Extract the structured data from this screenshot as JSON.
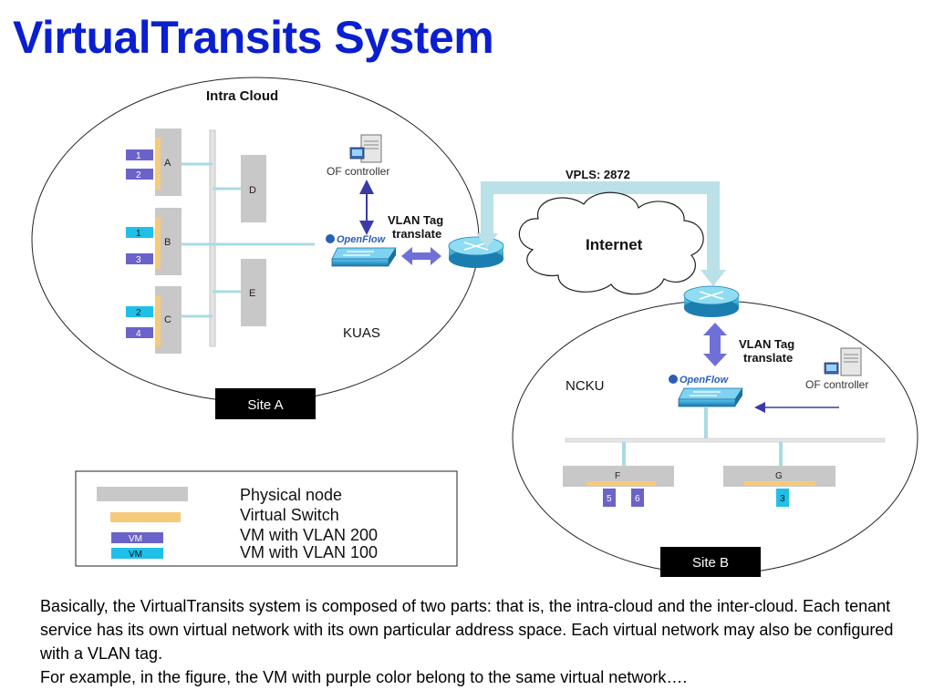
{
  "title": "VirtualTransits System",
  "colors": {
    "title": "#0a1fd0",
    "physical_node": "#c8c8c8",
    "virtual_switch": "#f7c97a",
    "vm_vlan200": "#6b63c9",
    "vm_vlan100": "#1ec0e8",
    "link": "#a9dbe3",
    "arrow": "#6f6fd8",
    "site_label_bg": "#000000"
  },
  "intra_cloud": {
    "label": "Intra Cloud",
    "site_name": "KUAS",
    "site_label": "Site A",
    "nodes": [
      {
        "name": "A",
        "vms": [
          {
            "id": "1",
            "vlan": "200"
          },
          {
            "id": "2",
            "vlan": "200"
          }
        ]
      },
      {
        "name": "B",
        "vms": [
          {
            "id": "1",
            "vlan": "100"
          },
          {
            "id": "3",
            "vlan": "200"
          }
        ]
      },
      {
        "name": "C",
        "vms": [
          {
            "id": "2",
            "vlan": "100"
          },
          {
            "id": "4",
            "vlan": "200"
          }
        ]
      },
      {
        "name": "D"
      },
      {
        "name": "E"
      }
    ],
    "controller_label": "OF controller",
    "openflow_label": "OpenFlow",
    "vlan_translate_label": [
      "VLAN Tag",
      "translate"
    ]
  },
  "inter_cloud": {
    "vpls_label": "VPLS: 2872",
    "internet_label": "Internet"
  },
  "site_b": {
    "site_name": "NCKU",
    "site_label": "Site B",
    "controller_label": "OF controller",
    "openflow_label": "OpenFlow",
    "vlan_translate_label": [
      "VLAN Tag",
      "translate"
    ],
    "nodes": [
      {
        "name": "F",
        "vms": [
          {
            "id": "5",
            "vlan": "200"
          },
          {
            "id": "6",
            "vlan": "200"
          }
        ]
      },
      {
        "name": "G",
        "vms": [
          {
            "id": "3",
            "vlan": "100"
          }
        ]
      }
    ]
  },
  "legend": [
    {
      "label": "Physical node",
      "swatch_text": ""
    },
    {
      "label": "Virtual Switch",
      "swatch_text": ""
    },
    {
      "label": "VM with VLAN 200",
      "swatch_text": "VM"
    },
    {
      "label": "VM with VLAN 100",
      "swatch_text": "VM"
    }
  ],
  "caption": {
    "paragraph1": "Basically, the VirtualTransits system is composed of two parts: that is, the intra-cloud and the inter-cloud. Each tenant service has its own virtual network with its own particular address space. Each virtual network may also be configured with a VLAN tag.",
    "paragraph2": "For example, in the figure, the VM with purple color belong to the same virtual network…."
  }
}
